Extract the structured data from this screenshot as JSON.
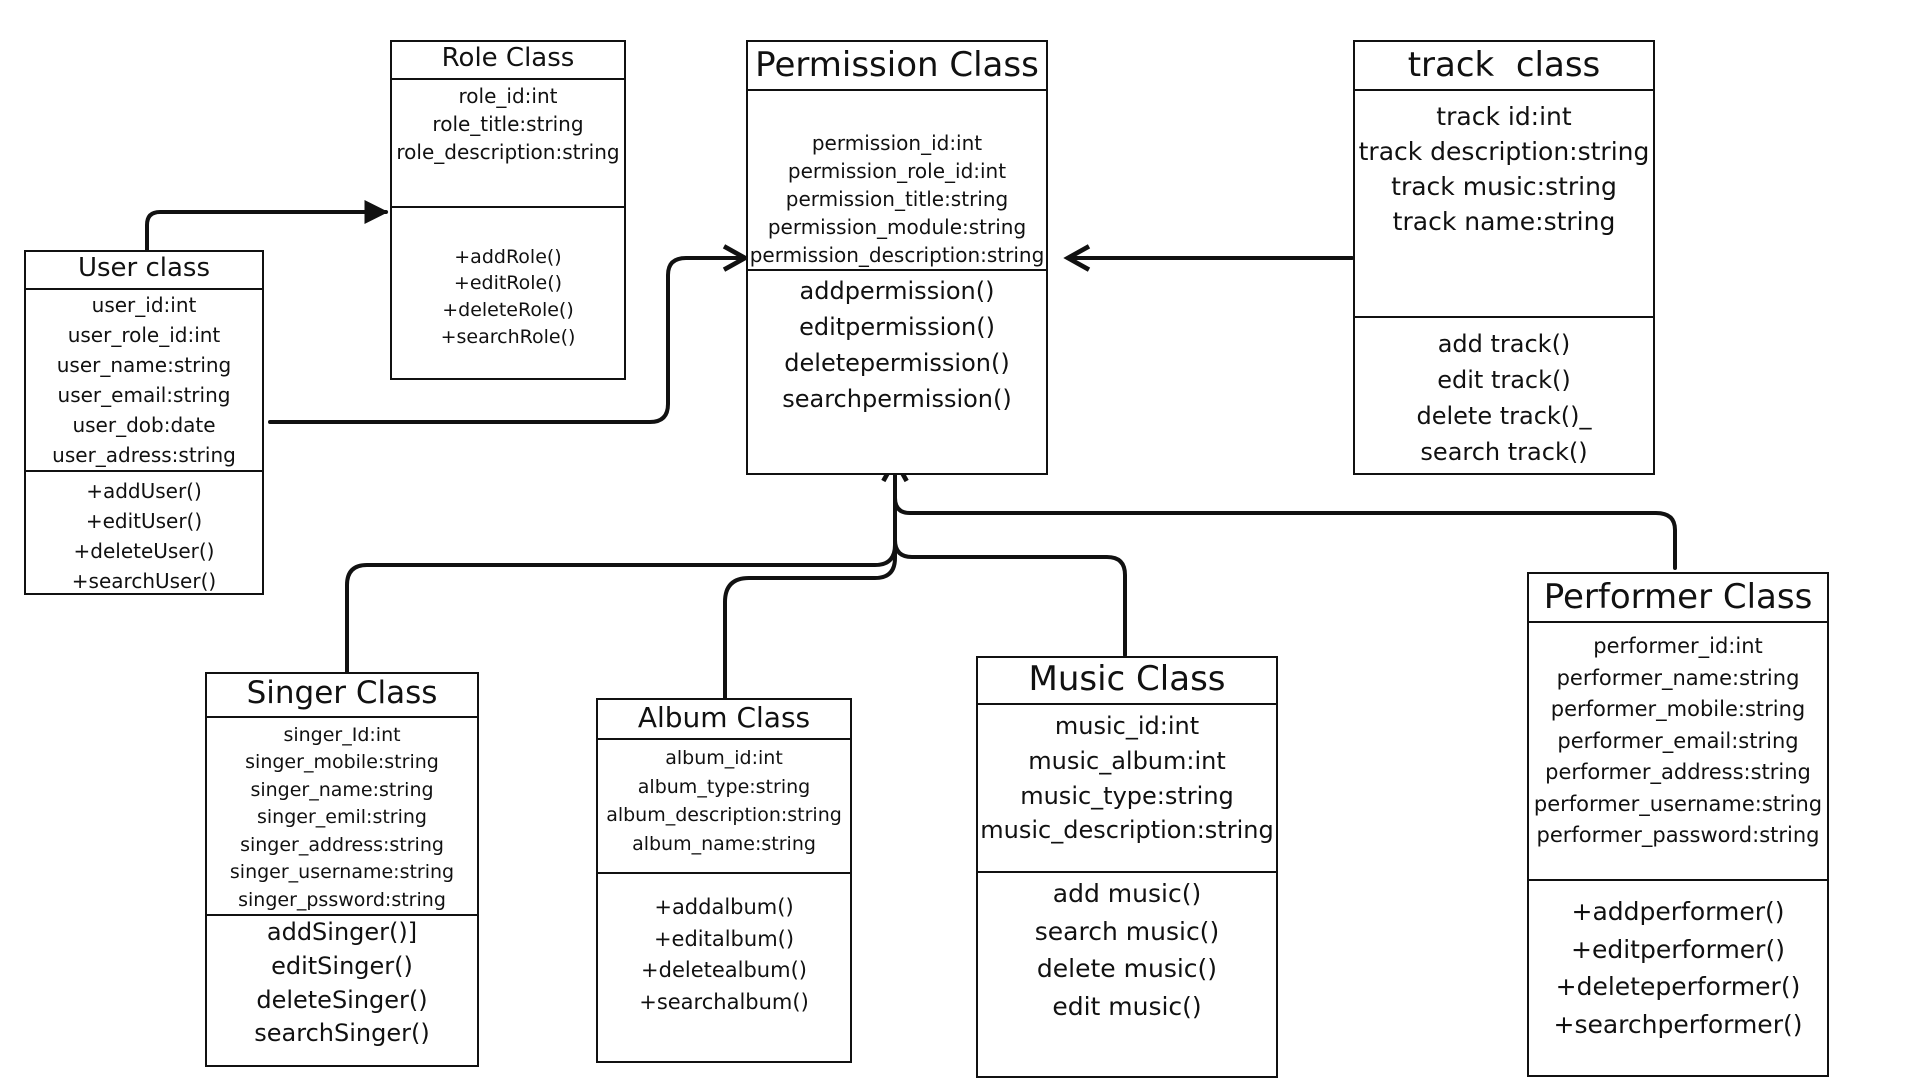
{
  "classes": {
    "role": {
      "title": "Role Class",
      "attributes": [
        "role_id:int",
        "role_title:string",
        "role_description:string"
      ],
      "methods": [
        "+addRole()",
        "+editRole()",
        "+deleteRole()",
        "+searchRole()"
      ]
    },
    "permission": {
      "title": "Permission Class",
      "attributes": [
        "permission_id:int",
        "permission_role_id:int",
        "permission_title:string",
        "permission_module:string",
        "permission_description:string"
      ],
      "methods": [
        "addpermission()",
        "editpermission()",
        "deletepermission()",
        "searchpermission()"
      ]
    },
    "track": {
      "title": "track  class",
      "attributes": [
        "track id:int",
        "track description:string",
        "track music:string",
        "track name:string"
      ],
      "methods": [
        "add track()",
        "edit track()",
        "delete track()_",
        "search track()"
      ]
    },
    "user": {
      "title": "User class",
      "attributes": [
        "user_id:int",
        "user_role_id:int",
        "user_name:string",
        "user_email:string",
        "user_dob:date",
        "user_adress:string"
      ],
      "methods": [
        "+addUser()",
        "+editUser()",
        "+deleteUser()",
        "+searchUser()"
      ]
    },
    "singer": {
      "title": "Singer Class",
      "attributes": [
        "singer_Id:int",
        "singer_mobile:string",
        "singer_name:string",
        "singer_emil:string",
        "singer_address:string",
        "singer_username:string",
        "singer_pssword:string"
      ],
      "methods": [
        "addSinger()]",
        "editSinger()",
        "deleteSinger()",
        "searchSinger()"
      ]
    },
    "album": {
      "title": "Album Class",
      "attributes": [
        "album_id:int",
        "album_type:string",
        "album_description:string",
        "album_name:string"
      ],
      "methods": [
        "+addalbum()",
        "+editalbum()",
        "+deletealbum()",
        "+searchalbum()"
      ]
    },
    "music": {
      "title": "Music Class",
      "attributes": [
        "music_id:int",
        "music_album:int",
        "music_type:string",
        "music_description:string"
      ],
      "methods": [
        "add music()",
        "search music()",
        "delete music()",
        "edit music()"
      ]
    },
    "performer": {
      "title": "Performer Class",
      "attributes": [
        "performer_id:int",
        "performer_name:string",
        "performer_mobile:string",
        "performer_email:string",
        "performer_address:string",
        "performer_username:string",
        "performer_password:string"
      ],
      "methods": [
        "+addperformer()",
        "+editperformer()",
        "+deleteperformer()",
        "+searchperformer()"
      ]
    }
  }
}
